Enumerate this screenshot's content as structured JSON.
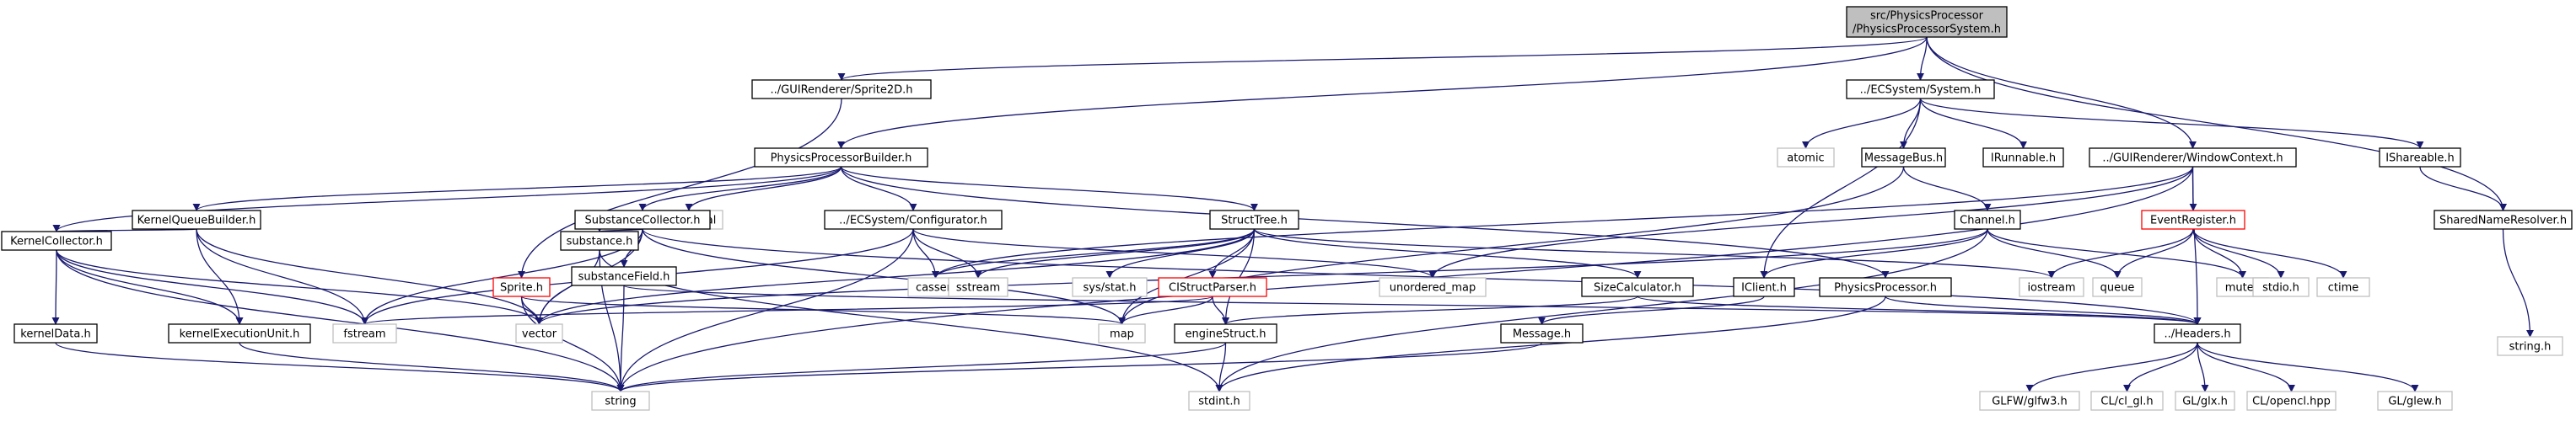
{
  "colors": {
    "edge": "#191970",
    "border_normal": "#000000",
    "border_external": "#bfbfbf",
    "border_truncated": "#ff0000",
    "fill_root": "#bfbfbf",
    "fill_normal": "#ffffff",
    "text_normal": "#000000",
    "text_external": "#404040"
  },
  "nodes": [
    {
      "id": "root",
      "lines": [
        "src/PhysicsProcessor",
        "/PhysicsProcessorSystem.h"
      ],
      "kind": "root"
    },
    {
      "id": "sprite2d",
      "lines": [
        "../GUIRenderer/Sprite2D.h"
      ],
      "kind": "normal"
    },
    {
      "id": "ecssystem",
      "lines": [
        "../ECSystem/System.h"
      ],
      "kind": "normal"
    },
    {
      "id": "ppbuilder",
      "lines": [
        "PhysicsProcessorBuilder.h"
      ],
      "kind": "normal"
    },
    {
      "id": "atomic",
      "lines": [
        "atomic"
      ],
      "kind": "external"
    },
    {
      "id": "messagebus",
      "lines": [
        "MessageBus.h"
      ],
      "kind": "normal"
    },
    {
      "id": "irunnable",
      "lines": [
        "IRunnable.h"
      ],
      "kind": "normal"
    },
    {
      "id": "windowcontext",
      "lines": [
        "../GUIRenderer/WindowContext.h"
      ],
      "kind": "normal"
    },
    {
      "id": "ishareable",
      "lines": [
        "IShareable.h"
      ],
      "kind": "normal"
    },
    {
      "id": "kqbuilder",
      "lines": [
        "KernelQueueBuilder.h"
      ],
      "kind": "normal"
    },
    {
      "id": "functional",
      "lines": [
        "functional"
      ],
      "kind": "external"
    },
    {
      "id": "subcollector",
      "lines": [
        "SubstanceCollector.h"
      ],
      "kind": "normal"
    },
    {
      "id": "configurator",
      "lines": [
        "../ECSystem/Configurator.h"
      ],
      "kind": "normal"
    },
    {
      "id": "structtree",
      "lines": [
        "StructTree.h"
      ],
      "kind": "normal"
    },
    {
      "id": "channel",
      "lines": [
        "Channel.h"
      ],
      "kind": "normal"
    },
    {
      "id": "eventregister",
      "lines": [
        "EventRegister.h"
      ],
      "kind": "truncated"
    },
    {
      "id": "snresolver",
      "lines": [
        "SharedNameResolver.h"
      ],
      "kind": "normal"
    },
    {
      "id": "kcollector",
      "lines": [
        "KernelCollector.h"
      ],
      "kind": "normal"
    },
    {
      "id": "substance",
      "lines": [
        "substance.h"
      ],
      "kind": "normal"
    },
    {
      "id": "subfield",
      "lines": [
        "substanceField.h"
      ],
      "kind": "normal"
    },
    {
      "id": "spriteh",
      "lines": [
        "Sprite.h"
      ],
      "kind": "truncated"
    },
    {
      "id": "cassert",
      "lines": [
        "cassert"
      ],
      "kind": "external"
    },
    {
      "id": "sstream",
      "lines": [
        "sstream"
      ],
      "kind": "external"
    },
    {
      "id": "sysstat",
      "lines": [
        "sys/stat.h"
      ],
      "kind": "external"
    },
    {
      "id": "clparser",
      "lines": [
        "CIStructParser.h"
      ],
      "kind": "truncated"
    },
    {
      "id": "unordered_map",
      "lines": [
        "unordered_map"
      ],
      "kind": "external"
    },
    {
      "id": "sizecalc",
      "lines": [
        "SizeCalculator.h"
      ],
      "kind": "normal"
    },
    {
      "id": "iclient",
      "lines": [
        "IClient.h"
      ],
      "kind": "normal"
    },
    {
      "id": "physproc",
      "lines": [
        "PhysicsProcessor.h"
      ],
      "kind": "normal"
    },
    {
      "id": "iostream",
      "lines": [
        "iostream"
      ],
      "kind": "external"
    },
    {
      "id": "queue",
      "lines": [
        "queue"
      ],
      "kind": "external"
    },
    {
      "id": "mutex",
      "lines": [
        "mutex"
      ],
      "kind": "external"
    },
    {
      "id": "stdioh",
      "lines": [
        "stdio.h"
      ],
      "kind": "external"
    },
    {
      "id": "ctime",
      "lines": [
        "ctime"
      ],
      "kind": "external"
    },
    {
      "id": "stringh",
      "lines": [
        "string.h"
      ],
      "kind": "external"
    },
    {
      "id": "kerneldata",
      "lines": [
        "kernelData.h"
      ],
      "kind": "normal"
    },
    {
      "id": "kexecunit",
      "lines": [
        "kernelExecutionUnit.h"
      ],
      "kind": "normal"
    },
    {
      "id": "fstream",
      "lines": [
        "fstream"
      ],
      "kind": "external"
    },
    {
      "id": "vector",
      "lines": [
        "vector"
      ],
      "kind": "external"
    },
    {
      "id": "map",
      "lines": [
        "map"
      ],
      "kind": "external"
    },
    {
      "id": "enginestruct",
      "lines": [
        "engineStruct.h"
      ],
      "kind": "normal"
    },
    {
      "id": "message",
      "lines": [
        "Message.h"
      ],
      "kind": "normal"
    },
    {
      "id": "headers",
      "lines": [
        "../Headers.h"
      ],
      "kind": "normal"
    },
    {
      "id": "string",
      "lines": [
        "string"
      ],
      "kind": "external"
    },
    {
      "id": "stdint",
      "lines": [
        "stdint.h"
      ],
      "kind": "external"
    },
    {
      "id": "glfw",
      "lines": [
        "GLFW/glfw3.h"
      ],
      "kind": "external"
    },
    {
      "id": "clgl",
      "lines": [
        "CL/cl_gl.h"
      ],
      "kind": "external"
    },
    {
      "id": "glx",
      "lines": [
        "GL/glx.h"
      ],
      "kind": "external"
    },
    {
      "id": "opencl",
      "lines": [
        "CL/opencl.hpp"
      ],
      "kind": "external"
    },
    {
      "id": "glew",
      "lines": [
        "GL/glew.h"
      ],
      "kind": "external"
    }
  ],
  "edges": [
    [
      "root",
      "sprite2d"
    ],
    [
      "root",
      "ecssystem"
    ],
    [
      "root",
      "ppbuilder"
    ],
    [
      "root",
      "windowcontext"
    ],
    [
      "root",
      "snresolver"
    ],
    [
      "sprite2d",
      "spriteh"
    ],
    [
      "ecssystem",
      "atomic"
    ],
    [
      "ecssystem",
      "messagebus"
    ],
    [
      "ecssystem",
      "irunnable"
    ],
    [
      "ecssystem",
      "ishareable"
    ],
    [
      "ecssystem",
      "iclient"
    ],
    [
      "messagebus",
      "channel"
    ],
    [
      "messagebus",
      "map"
    ],
    [
      "ishareable",
      "snresolver"
    ],
    [
      "snresolver",
      "stringh"
    ],
    [
      "ppbuilder",
      "kqbuilder"
    ],
    [
      "ppbuilder",
      "functional"
    ],
    [
      "ppbuilder",
      "subcollector"
    ],
    [
      "ppbuilder",
      "configurator"
    ],
    [
      "ppbuilder",
      "structtree"
    ],
    [
      "ppbuilder",
      "physproc"
    ],
    [
      "ppbuilder",
      "kcollector"
    ],
    [
      "kqbuilder",
      "kcollector"
    ],
    [
      "kqbuilder",
      "kexecunit"
    ],
    [
      "kqbuilder",
      "fstream"
    ],
    [
      "kqbuilder",
      "vector"
    ],
    [
      "kcollector",
      "kerneldata"
    ],
    [
      "kcollector",
      "kexecunit"
    ],
    [
      "kcollector",
      "fstream"
    ],
    [
      "kcollector",
      "vector"
    ],
    [
      "kcollector",
      "string"
    ],
    [
      "kerneldata",
      "string"
    ],
    [
      "kexecunit",
      "string"
    ],
    [
      "subcollector",
      "substance"
    ],
    [
      "subcollector",
      "subfield"
    ],
    [
      "subcollector",
      "fstream"
    ],
    [
      "subcollector",
      "vector"
    ],
    [
      "subcollector",
      "map"
    ],
    [
      "subcollector",
      "headers"
    ],
    [
      "substance",
      "vector"
    ],
    [
      "substance",
      "string"
    ],
    [
      "substance",
      "stdint"
    ],
    [
      "subfield",
      "string"
    ],
    [
      "subfield",
      "headers"
    ],
    [
      "spriteh",
      "vector"
    ],
    [
      "spriteh",
      "string"
    ],
    [
      "spriteh",
      "map"
    ],
    [
      "configurator",
      "cassert"
    ],
    [
      "configurator",
      "sstream"
    ],
    [
      "configurator",
      "unordered_map"
    ],
    [
      "configurator",
      "string"
    ],
    [
      "configurator",
      "fstream"
    ],
    [
      "structtree",
      "iostream"
    ],
    [
      "structtree",
      "sstream"
    ],
    [
      "structtree",
      "cassert"
    ],
    [
      "structtree",
      "sysstat"
    ],
    [
      "structtree",
      "clparser"
    ],
    [
      "structtree",
      "map"
    ],
    [
      "structtree",
      "enginestruct"
    ],
    [
      "structtree",
      "sizecalc"
    ],
    [
      "structtree",
      "vector"
    ],
    [
      "clparser",
      "map"
    ],
    [
      "clparser",
      "enginestruct"
    ],
    [
      "clparser",
      "fstream"
    ],
    [
      "sizecalc",
      "enginestruct"
    ],
    [
      "sizecalc",
      "headers"
    ],
    [
      "enginestruct",
      "string"
    ],
    [
      "enginestruct",
      "stdint"
    ],
    [
      "windowcontext",
      "eventregister"
    ],
    [
      "windowcontext",
      "headers"
    ],
    [
      "windowcontext",
      "unordered_map"
    ],
    [
      "windowcontext",
      "cassert"
    ],
    [
      "windowcontext",
      "string"
    ],
    [
      "eventregister",
      "queue"
    ],
    [
      "eventregister",
      "mutex"
    ],
    [
      "eventregister",
      "stdioh"
    ],
    [
      "eventregister",
      "ctime"
    ],
    [
      "eventregister",
      "iostream"
    ],
    [
      "channel",
      "iclient"
    ],
    [
      "channel",
      "queue"
    ],
    [
      "channel",
      "mutex"
    ],
    [
      "channel",
      "vector"
    ],
    [
      "channel",
      "stdint"
    ],
    [
      "iclient",
      "message"
    ],
    [
      "message",
      "string"
    ],
    [
      "physproc",
      "headers"
    ],
    [
      "physproc",
      "stdint"
    ],
    [
      "headers",
      "glfw"
    ],
    [
      "headers",
      "clgl"
    ],
    [
      "headers",
      "glx"
    ],
    [
      "headers",
      "opencl"
    ],
    [
      "headers",
      "glew"
    ]
  ]
}
